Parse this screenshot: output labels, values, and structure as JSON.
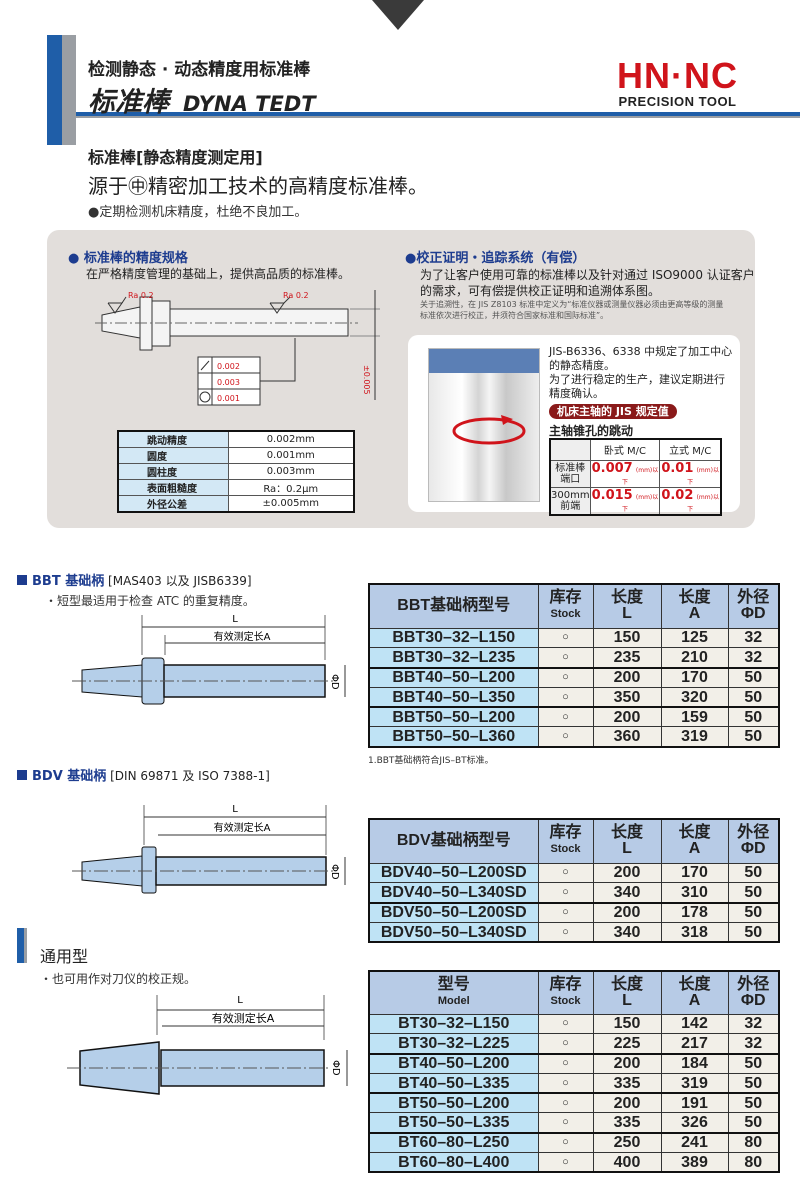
{
  "header": {
    "subtitle": "检测静态 · 动态精度用标准棒",
    "title": "标准棒",
    "title_en": "DYNA TEDT",
    "logo_main": "HN·NC",
    "logo_sub": "PRECISION TOOL"
  },
  "intro": {
    "heading": "标准棒[静态精度测定用]",
    "lead": "源于㊥精密加工技术的高精度标准棒。",
    "bullet": "●定期检测机床精度，杜绝不良加工。"
  },
  "precision": {
    "title": "● 标准棒的精度规格",
    "desc": "在严格精度管理的基础上，提供高品质的标准棒。",
    "drawing": {
      "ra_left": "Ra 0.2",
      "ra_right": "Ra 0.2",
      "runout": "0.002",
      "cylindricity": "0.003",
      "roundness": "0.001",
      "tolerance": "±0.005"
    },
    "table": [
      [
        "跳动精度",
        "0.002mm"
      ],
      [
        "圆度",
        "0.001mm"
      ],
      [
        "圆柱度",
        "0.003mm"
      ],
      [
        "表面粗糙度",
        "Ra：0.2μm"
      ],
      [
        "外径公差",
        "±0.005mm"
      ]
    ]
  },
  "calibration": {
    "title": "●校正证明・追踪系统（有偿）",
    "desc1": "为了让客户使用可靠的标准棒以及针对通过 ISO9000 认证客户",
    "desc2": "的需求，可有偿提供校正证明和追溯体系图。",
    "small1": "关于追溯性，在 JIS Z8103 标准中定义为“标准仪器或测量仪器必须由更高等级的测量",
    "small2": "标准依次进行校正，并须符合国家标准和国际标准”。",
    "box_text": [
      "JIS-B6336、6338 中规定了加工中心",
      "的静态精度。",
      "为了进行稳定的生产，建议定期进行",
      "精度确认。"
    ],
    "pill": "机床主轴的 JIS 规定值",
    "sub": "主轴锥孔的跳动",
    "table": {
      "cols": [
        "卧式 M/C",
        "立式 M/C"
      ],
      "unit": "(mm)以下",
      "rows": [
        {
          "label1": "标准棒",
          "label2": "端口",
          "h": "0.007",
          "v": "0.01"
        },
        {
          "label1": "300mm",
          "label2": "前端",
          "h": "0.015",
          "v": "0.02"
        }
      ]
    }
  },
  "dims": {
    "L": "L",
    "A": "有效测定长A",
    "D": "ΦD"
  },
  "bbt": {
    "name": "BBT 基础柄",
    "std": "[MAS403 以及 JISB6339]",
    "note": "・短型最适用于检查 ATC 的重复精度。",
    "footnote": "1.BBT基础柄符合JIS–BT标准。",
    "headers": {
      "model": "BBT基础柄型号",
      "stock": "库存",
      "stock_en": "Stock",
      "l": "长度",
      "l2": "L",
      "a": "长度",
      "a2": "A",
      "d": "外径",
      "d2": "ΦD"
    },
    "rows": [
      [
        "BBT30–32–L150",
        "○",
        "150",
        "125",
        "32"
      ],
      [
        "BBT30–32–L235",
        "○",
        "235",
        "210",
        "32"
      ],
      [
        "BBT40–50–L200",
        "○",
        "200",
        "170",
        "50"
      ],
      [
        "BBT40–50–L350",
        "○",
        "350",
        "320",
        "50"
      ],
      [
        "BBT50–50–L200",
        "○",
        "200",
        "159",
        "50"
      ],
      [
        "BBT50–50–L360",
        "○",
        "360",
        "319",
        "50"
      ]
    ]
  },
  "bdv": {
    "name": "BDV 基础柄",
    "std": "[DIN 69871 及 ISO 7388-1]",
    "headers": {
      "model": "BDV基础柄型号",
      "stock": "库存",
      "stock_en": "Stock",
      "l": "长度",
      "l2": "L",
      "a": "长度",
      "a2": "A",
      "d": "外径",
      "d2": "ΦD"
    },
    "rows": [
      [
        "BDV40–50–L200SD",
        "○",
        "200",
        "170",
        "50"
      ],
      [
        "BDV40–50–L340SD",
        "○",
        "340",
        "310",
        "50"
      ],
      [
        "BDV50–50–L200SD",
        "○",
        "200",
        "178",
        "50"
      ],
      [
        "BDV50–50–L340SD",
        "○",
        "340",
        "318",
        "50"
      ]
    ]
  },
  "general": {
    "name": "通用型",
    "note": "・也可用作对刀仪的校正规。",
    "headers": {
      "model": "型号",
      "model_en": "Model",
      "stock": "库存",
      "stock_en": "Stock",
      "l": "长度",
      "l2": "L",
      "a": "长度",
      "a2": "A",
      "d": "外径",
      "d2": "ΦD"
    },
    "rows": [
      [
        "BT30–32–L150",
        "○",
        "150",
        "142",
        "32"
      ],
      [
        "BT30–32–L225",
        "○",
        "225",
        "217",
        "32"
      ],
      [
        "BT40–50–L200",
        "○",
        "200",
        "184",
        "50"
      ],
      [
        "BT40–50–L335",
        "○",
        "335",
        "319",
        "50"
      ],
      [
        "BT50–50–L200",
        "○",
        "200",
        "191",
        "50"
      ],
      [
        "BT50–50–L335",
        "○",
        "335",
        "326",
        "50"
      ],
      [
        "BT60–80–L250",
        "○",
        "250",
        "241",
        "80"
      ],
      [
        "BT60–80–L400",
        "○",
        "400",
        "389",
        "80"
      ]
    ]
  },
  "colors": {
    "blue": "#1f5ea8",
    "red": "#d0141b",
    "header_bg": "#b7cbe6",
    "model_bg": "#bfe3f5"
  }
}
